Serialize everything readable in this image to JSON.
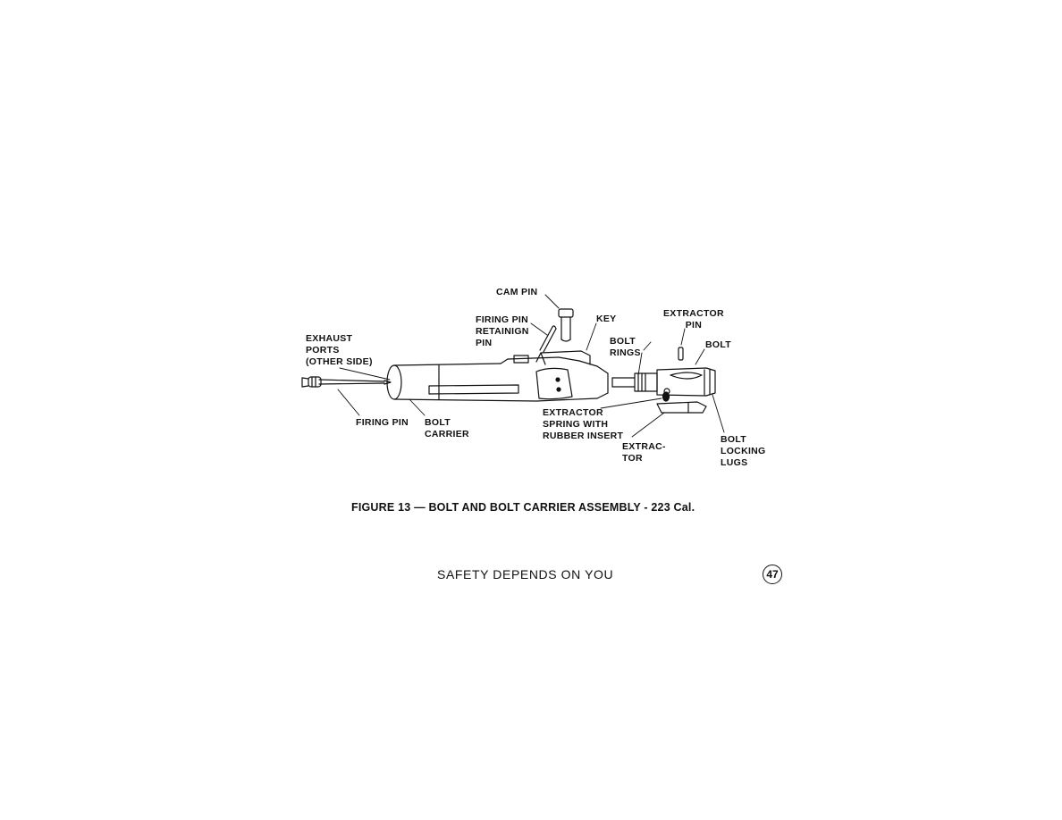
{
  "figure": {
    "labels": {
      "cam_pin": "CAM PIN",
      "firing_pin_retaining_pin": "FIRING PIN\nRETAINIGN\nPIN",
      "key": "KEY",
      "extractor_pin": "EXTRACTOR\nPIN",
      "exhaust_ports": "EXHAUST\nPORTS\n(OTHER SIDE)",
      "bolt_rings": "BOLT\nRINGS",
      "bolt": "BOLT",
      "firing_pin": "FIRING PIN",
      "bolt_carrier": "BOLT\nCARRIER",
      "extractor_spring": "EXTRACTOR\nSPRING WITH\nRUBBER INSERT",
      "extractor": "EXTRAC-\nTOR",
      "bolt_locking_lugs": "BOLT\nLOCKING\nLUGS"
    },
    "caption": "FIGURE 13 — BOLT AND BOLT CARRIER ASSEMBLY - 223 Cal."
  },
  "footer": {
    "text": "SAFETY DEPENDS ON YOU",
    "page_number": "47"
  }
}
